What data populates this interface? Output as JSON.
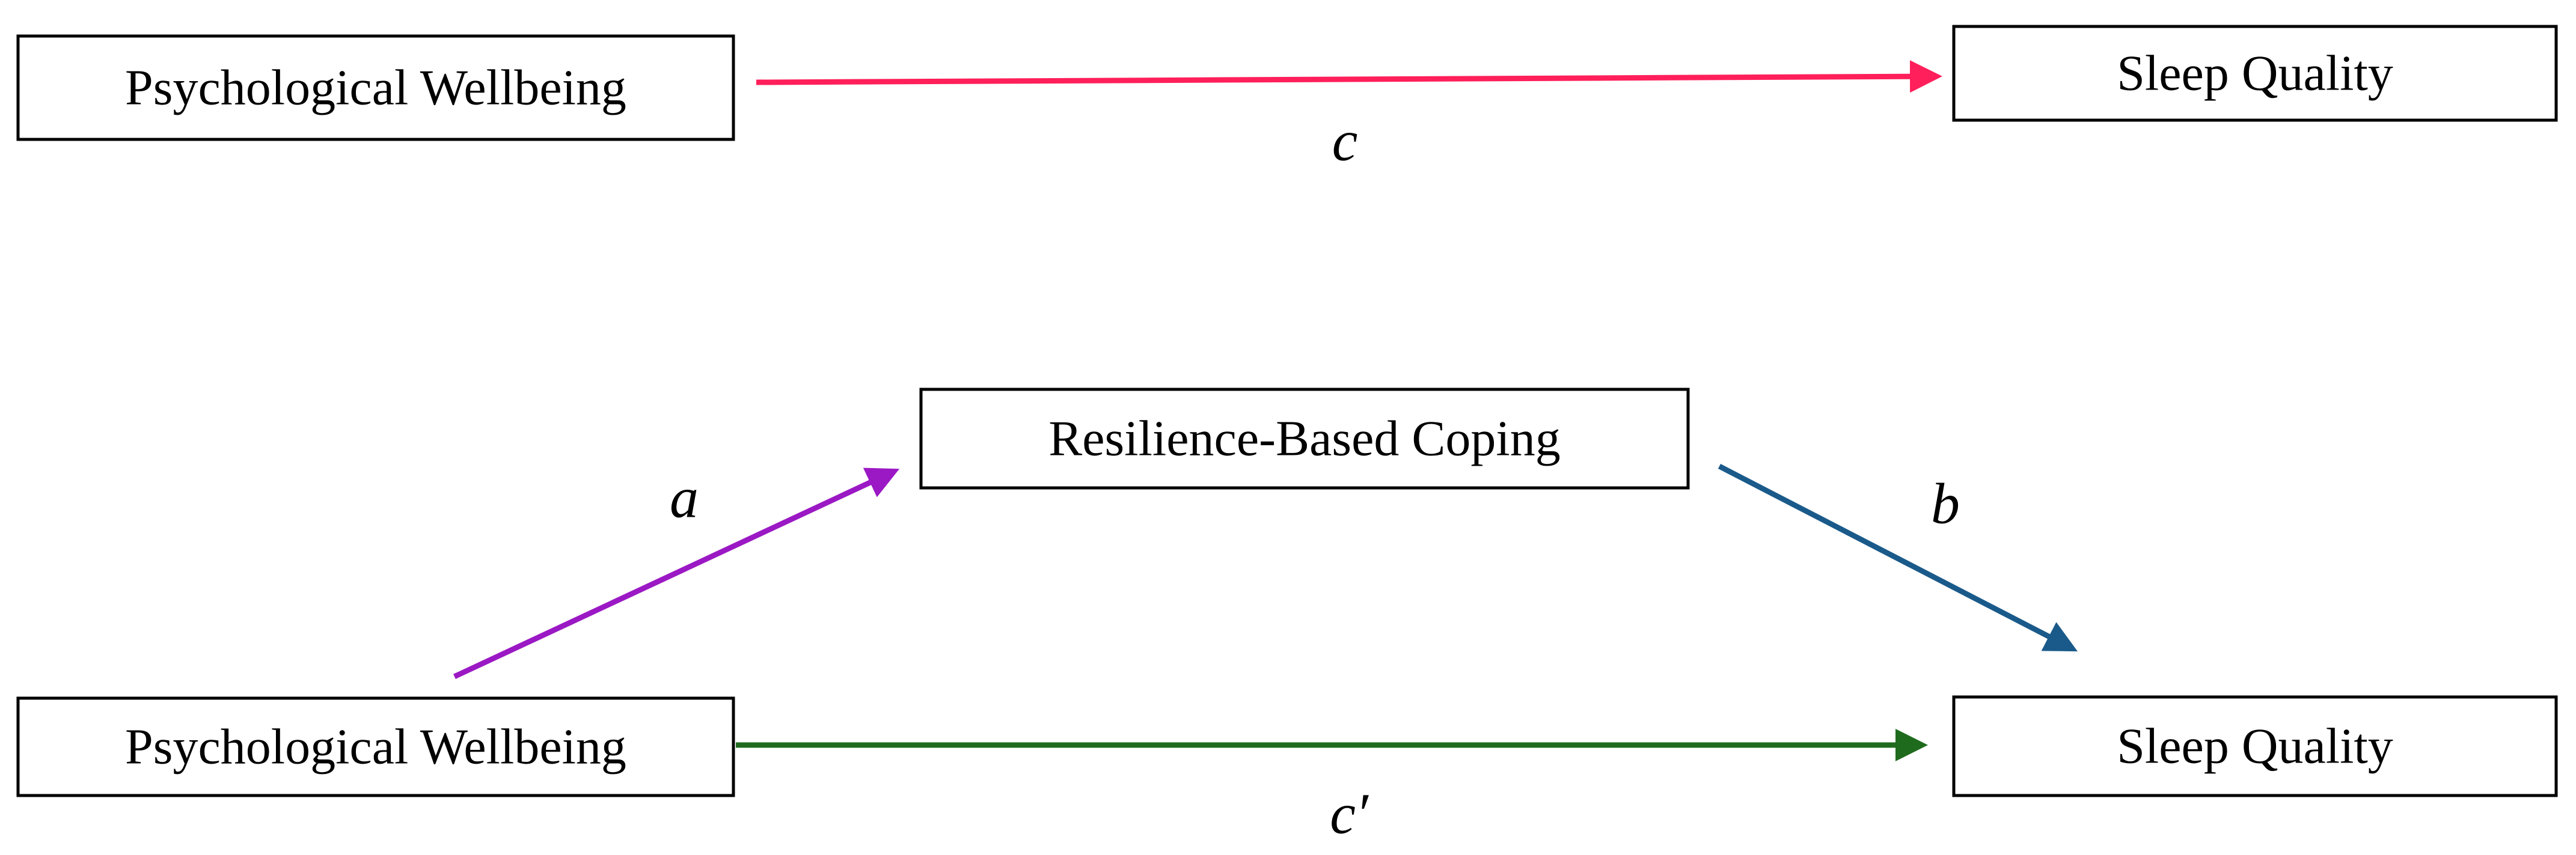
{
  "top_model": {
    "predictor": {
      "label": "Psychological Wellbeing"
    },
    "outcome": {
      "label": "Sleep Quality"
    },
    "path_c": {
      "label": "c",
      "color": "#ff1f5a"
    }
  },
  "bottom_model": {
    "predictor": {
      "label": "Psychological Wellbeing"
    },
    "mediator": {
      "label": "Resilience-Based Coping"
    },
    "outcome": {
      "label": "Sleep Quality"
    },
    "path_a": {
      "label": "a",
      "color": "#9b19c4"
    },
    "path_b": {
      "label": "b",
      "color": "#1a5a8a"
    },
    "path_c_prime": {
      "label": "c′",
      "color": "#1e6b1e"
    }
  }
}
